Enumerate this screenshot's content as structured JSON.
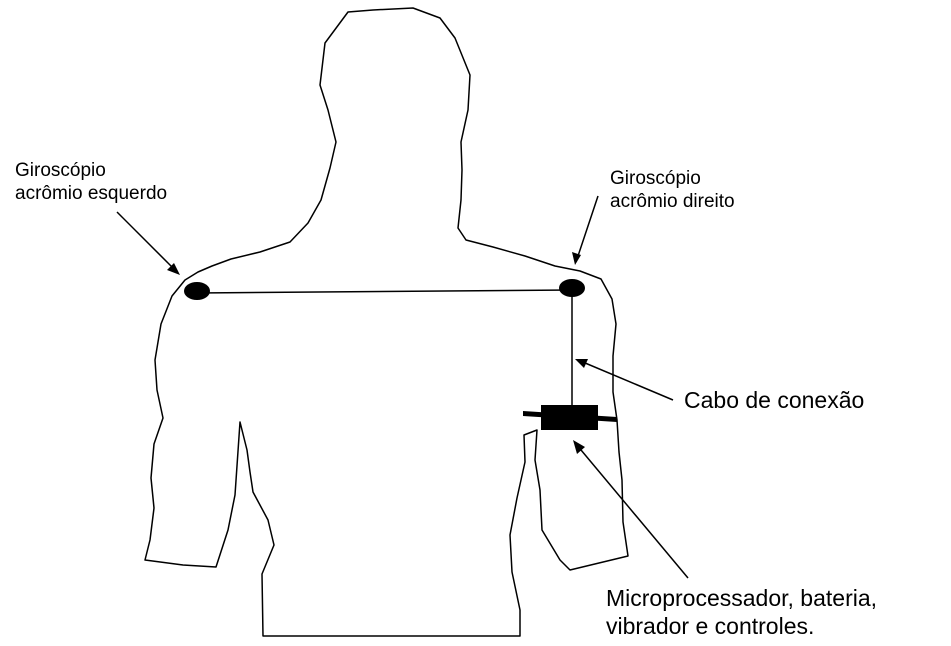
{
  "labels": {
    "left_gyro": {
      "line1": "Giroscópio",
      "line2": "acrômio esquerdo"
    },
    "right_gyro": {
      "line1": "Giroscópio",
      "line2": "acrômio direito"
    },
    "cable": "Cabo de conexão",
    "microprocessor": {
      "line1": "Microprocessador, bateria,",
      "line2": "vibrador e controles."
    }
  },
  "colors": {
    "stroke": "#000000",
    "background": "#ffffff"
  }
}
